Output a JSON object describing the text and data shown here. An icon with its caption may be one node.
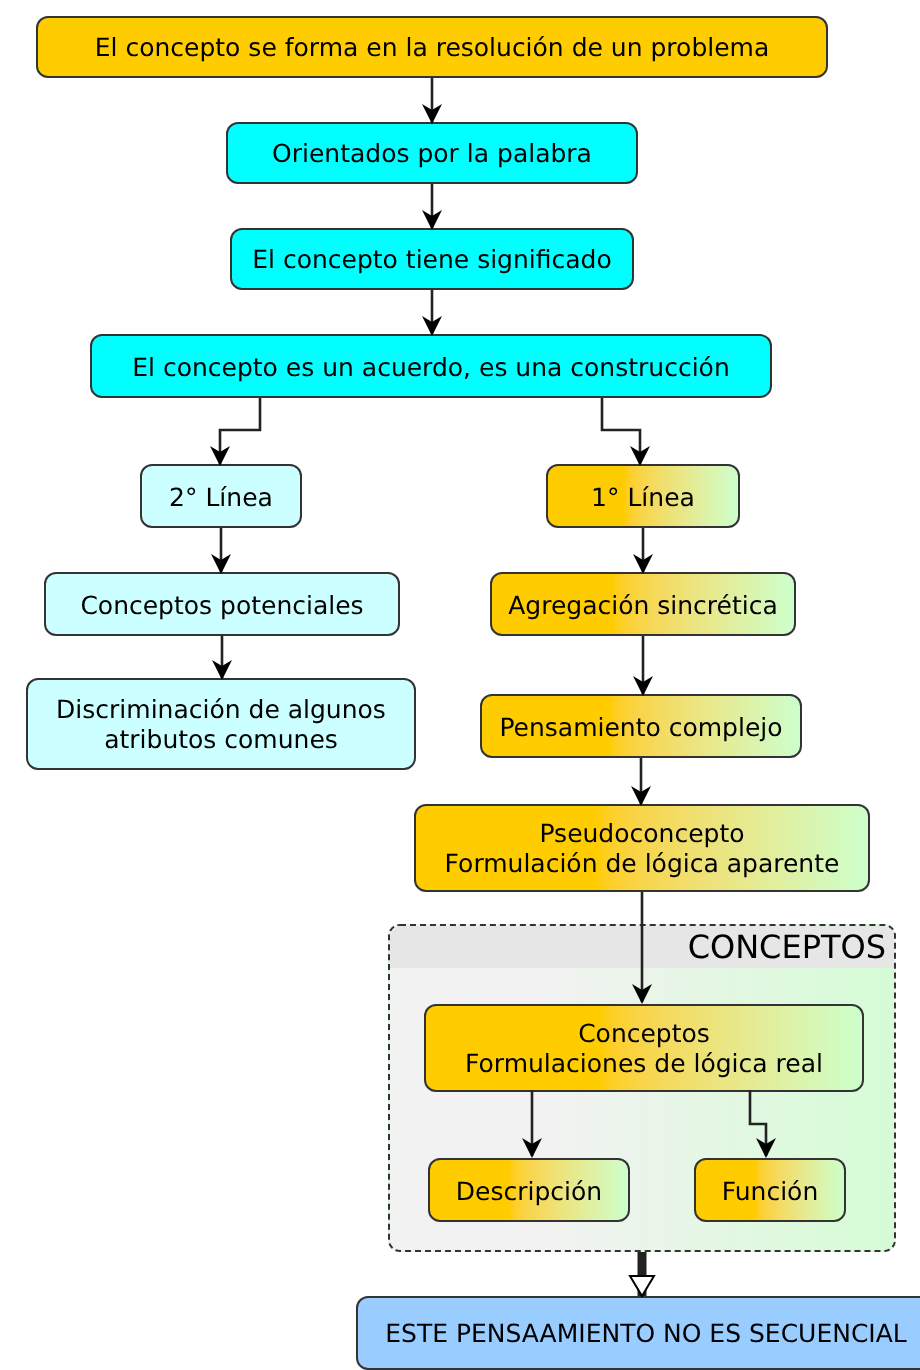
{
  "diagram": {
    "nodes": [
      {
        "text": [
          "El concepto se forma en la resolución de un problema"
        ]
      },
      {
        "text": [
          "Orientados por la palabra"
        ]
      },
      {
        "text": [
          "El concepto tiene significado"
        ]
      },
      {
        "text": [
          "El concepto es un acuerdo, es una construcción"
        ]
      },
      {
        "text": [
          "2° Línea"
        ]
      },
      {
        "text": [
          "1° Línea"
        ]
      },
      {
        "text": [
          "Conceptos potenciales"
        ]
      },
      {
        "text": [
          "Discriminación de algunos atributos comunes"
        ]
      },
      {
        "text": [
          "Agregación sincrética"
        ]
      },
      {
        "text": [
          "Pensamiento complejo"
        ]
      },
      {
        "text": [
          "Pseudoconcepto",
          "Formulación de lógica aparente"
        ]
      },
      {
        "text": [
          "CONCEPTOS"
        ]
      },
      {
        "text": [
          "Conceptos",
          "Formulaciones de lógica real"
        ],
        "in": 11
      },
      {
        "text": [
          "Descripción"
        ],
        "in": 11
      },
      {
        "text": [
          "Función"
        ],
        "in": 11
      },
      {
        "text": [
          "ESTE PENSAAMIENTO NO ES SECUENCIAL"
        ]
      }
    ],
    "edges": [
      {
        "from": 0,
        "to": 1,
        "arrow": "to"
      },
      {
        "from": 1,
        "to": 2,
        "arrow": "to"
      },
      {
        "from": 2,
        "to": 3,
        "arrow": "to"
      },
      {
        "from": 3,
        "to": 4,
        "arrow": "to"
      },
      {
        "from": 3,
        "to": 5,
        "arrow": "to"
      },
      {
        "from": 4,
        "to": 6,
        "arrow": "to"
      },
      {
        "from": 6,
        "to": 7,
        "arrow": "to"
      },
      {
        "from": 5,
        "to": 8,
        "arrow": "to"
      },
      {
        "from": 8,
        "to": 9,
        "arrow": "to"
      },
      {
        "from": 9,
        "to": 10,
        "arrow": "to"
      },
      {
        "from": 10,
        "to": 12,
        "arrow": "to"
      },
      {
        "from": 12,
        "to": 13,
        "arrow": "to"
      },
      {
        "from": 12,
        "to": 14,
        "arrow": "to"
      },
      {
        "from": 11,
        "to": 15,
        "arrow": "to",
        "style": "thick"
      }
    ]
  }
}
